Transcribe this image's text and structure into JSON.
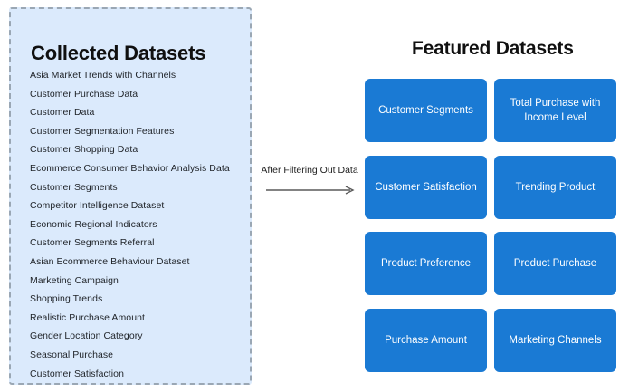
{
  "collected": {
    "title": "Collected Datasets",
    "items": [
      "Asia Market Trends with Channels",
      "Customer Purchase Data",
      "Customer Data",
      "Customer Segmentation Features",
      "Customer Shopping Data",
      "Ecommerce Consumer Behavior Analysis Data",
      "Customer Segments",
      "Competitor Intelligence Dataset",
      "Economic Regional Indicators",
      "Customer Segments Referral",
      "Asian Ecommerce Behaviour Dataset",
      "Marketing Campaign",
      "Shopping Trends",
      " Realistic Purchase Amount",
      "Gender Location Category",
      " Seasonal Purchase",
      "Customer Satisfaction"
    ]
  },
  "transition": {
    "label": "After Filtering Out Data",
    "icon": "arrow-right-icon"
  },
  "featured": {
    "title": "Featured Datasets",
    "cards": [
      "Customer Segments",
      "Total Purchase with Income Level",
      "Customer Satisfaction",
      "Trending Product",
      "Product Preference",
      "Product Purchase",
      "Purchase Amount",
      "Marketing Channels"
    ]
  },
  "colors": {
    "panel_background": "#dbeafc",
    "panel_border": "#9aa7b4",
    "card_blue": "#1a7ad4",
    "card_text": "#ffffff",
    "arrow_gray": "#5a5a5a",
    "heading_text": "#101010"
  }
}
